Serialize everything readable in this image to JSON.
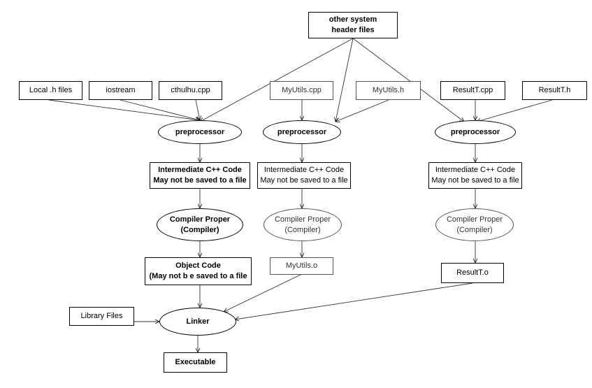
{
  "diagram": {
    "header": {
      "line1": "other system",
      "line2": "header files"
    },
    "inputs": {
      "local_h": "Local .h files",
      "iostream": "iostream",
      "cthulhu_cpp": "cthulhu.cpp",
      "myutils_cpp": "MyUtils.cpp",
      "myutils_h": "MyUtils.h",
      "resultt_cpp": "ResultT.cpp",
      "resultt_h": "ResultT.h",
      "library": "Library Files"
    },
    "columns": [
      {
        "preprocessor": "preprocessor",
        "intermediate": {
          "line1": "Intermediate C++  Code",
          "line2": "May not be saved to a file"
        },
        "compiler": {
          "line1": "Compiler Proper",
          "line2": "(Compiler)"
        },
        "output": {
          "line1": "Object Code",
          "line2": "(May not b e saved to a file"
        }
      },
      {
        "preprocessor": "preprocessor",
        "intermediate": {
          "line1": "Intermediate C++  Code",
          "line2": "May not be saved to a file"
        },
        "compiler": {
          "line1": "Compiler Proper",
          "line2": "(Compiler)"
        },
        "output": {
          "line1": "MyUtils.o"
        }
      },
      {
        "preprocessor": "preprocessor",
        "intermediate": {
          "line1": "Intermediate C++  Code",
          "line2": "May not be saved to a file"
        },
        "compiler": {
          "line1": "Compiler Proper",
          "line2": "(Compiler)"
        },
        "output": {
          "line1": "ResultT.o"
        }
      }
    ],
    "linker": "Linker",
    "executable": "Executable"
  }
}
